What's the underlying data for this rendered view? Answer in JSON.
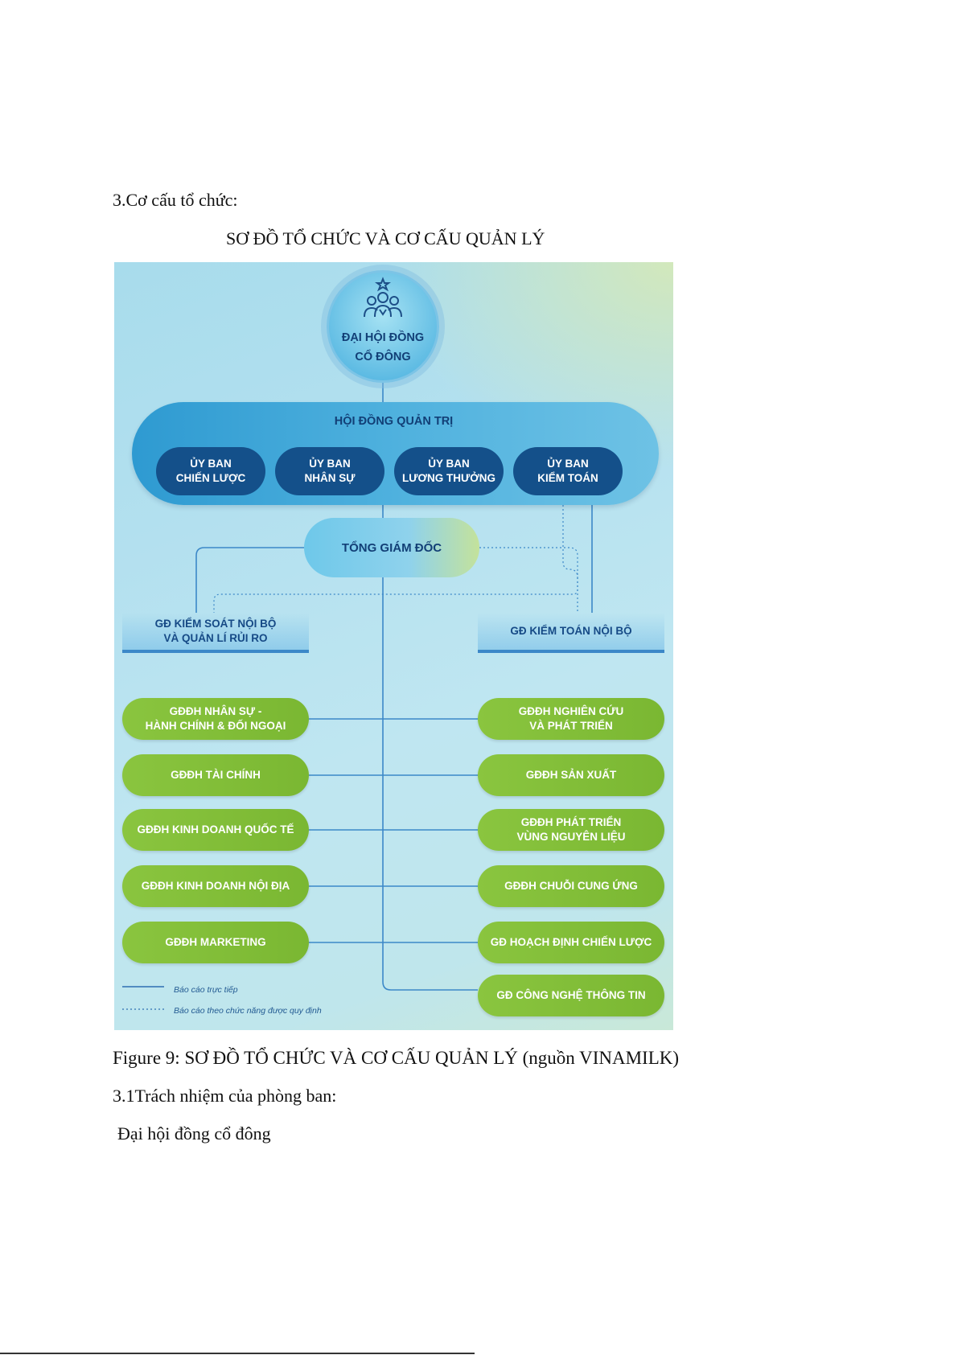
{
  "document": {
    "section_heading": "3.Cơ cấu tổ chức:",
    "chart_title": "SƠ ĐỒ TỔ CHỨC VÀ CƠ CẤU QUẢN LÝ",
    "figure_caption": "Figure 9: SƠ ĐỒ TỔ CHỨC VÀ CƠ CẤU QUẢN LÝ (nguồn VINAMILK)",
    "subsection_heading": "3.1Trách nhiệm của phòng ban:",
    "paragraph_1": "Đại hội đồng cổ đông"
  },
  "org_chart": {
    "shareholders": "ĐẠI HỘI ĐỒNG\nCỔ ĐÔNG",
    "board": "HỘI ĐỒNG QUẢN TRỊ",
    "committees": [
      "ỦY BAN\nCHIẾN LƯỢC",
      "ỦY BAN\nNHÂN SỰ",
      "ỦY BAN\nLƯƠNG THƯỞNG",
      "ỦY BAN\nKIỂM TOÁN"
    ],
    "ceo": "TỔNG GIÁM ĐỐC",
    "internal_control": "GĐ KIỂM SOÁT NỘI BỘ\nVÀ QUẢN LÍ RỦI RO",
    "internal_audit": "GĐ KIỂM TOÁN NỘI BỘ",
    "left_directors": [
      "GĐĐH NHÂN SỰ -\nHÀNH CHÍNH & ĐỐI NGOẠI",
      "GĐĐH TÀI CHÍNH",
      "GĐĐH KINH DOANH QUỐC TẾ",
      "GĐĐH KINH DOANH NỘI ĐỊA",
      "GĐĐH MARKETING"
    ],
    "right_directors": [
      "GĐĐH NGHIÊN CỨU\nVÀ PHÁT TRIỂN",
      "GĐĐH SẢN XUẤT",
      "GĐĐH PHÁT TRIỂN\nVÙNG NGUYÊN LIỆU",
      "GĐĐH CHUỖI CUNG ỨNG",
      "GĐ HOẠCH ĐỊNH CHIẾN LƯỢC",
      "GĐ CÔNG NGHỆ THÔNG TIN"
    ],
    "legend": {
      "solid": "Báo cáo trực tiếp",
      "dotted": "Báo cáo theo chức năng được quy định"
    },
    "colors": {
      "navy": "#14508a",
      "green": "#8ac53f",
      "connector": "#3c88c8"
    }
  }
}
